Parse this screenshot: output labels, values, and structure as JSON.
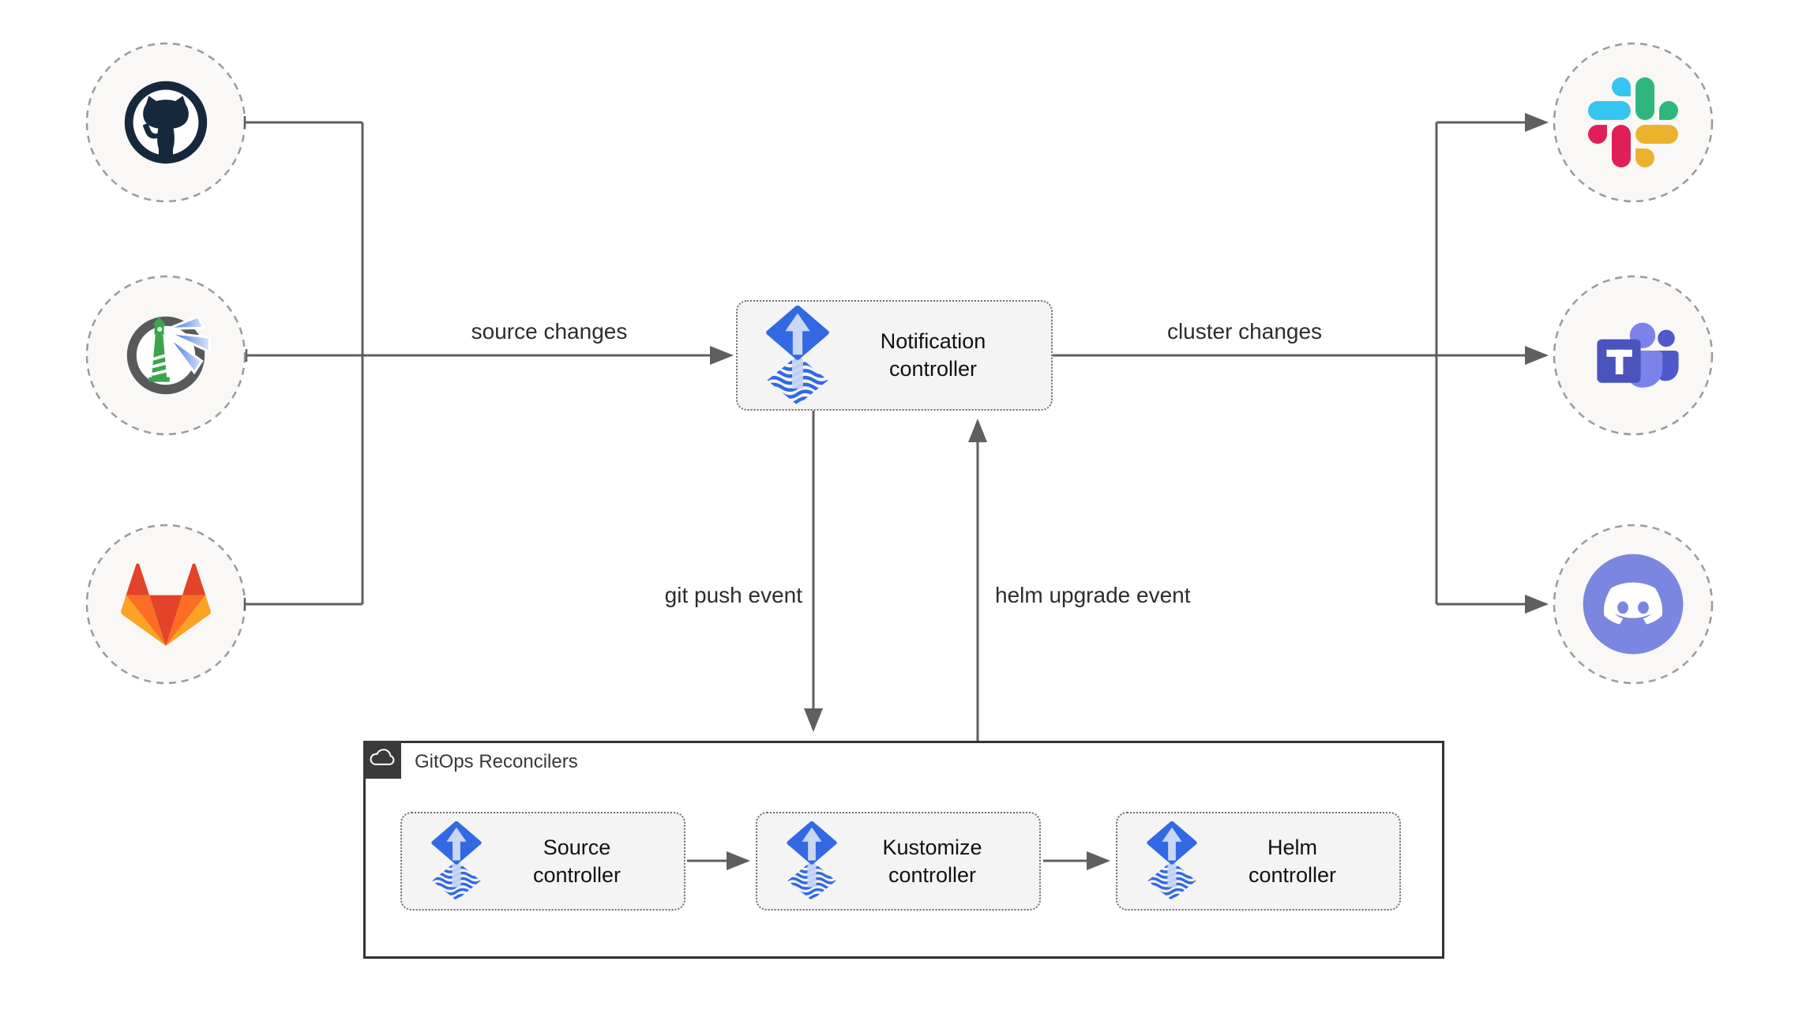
{
  "diagram": {
    "edge_labels": {
      "source_changes": "source changes",
      "cluster_changes": "cluster changes",
      "git_push_event": "git push event",
      "helm_upgrade_event": "helm upgrade event"
    },
    "nodes": {
      "notification_controller": {
        "line1": "Notification",
        "line2": "controller",
        "icon": "flux-icon"
      },
      "gitops_container": {
        "title": "GitOps Reconcilers",
        "badge_icon": "cloud-icon"
      },
      "controllers": [
        {
          "line1": "Source",
          "line2": "controller",
          "icon": "flux-icon"
        },
        {
          "line1": "Kustomize",
          "line2": "controller",
          "icon": "flux-icon"
        },
        {
          "line1": "Helm",
          "line2": "controller",
          "icon": "flux-icon"
        }
      ],
      "source_providers": [
        {
          "icon": "github-icon"
        },
        {
          "icon": "harbor-icon"
        },
        {
          "icon": "gitlab-icon"
        }
      ],
      "notification_targets": [
        {
          "icon": "slack-icon"
        },
        {
          "icon": "ms-teams-icon"
        },
        {
          "icon": "discord-icon"
        }
      ]
    },
    "colors": {
      "line": "#5f5f5f",
      "box_fill": "#f4f4f4",
      "box_border": "#6f6f6f",
      "circle_fill": "#f9f8f6",
      "circle_border": "#9b9b9b",
      "container_border": "#333333",
      "badge_bg": "#3a3a3a",
      "flux_blue": "#3269e3",
      "flux_arrow_pale": "#c9d6f4",
      "github_navy": "#16293c",
      "harbor_green": "#3ba44c",
      "harbor_gray": "#58595b",
      "gitlab_red": "#e24329",
      "gitlab_orange": "#fc6d26",
      "gitlab_yellow": "#fca326",
      "slack_blue": "#36c5f0",
      "slack_green": "#2eb67d",
      "slack_yellow": "#ecb22e",
      "slack_red": "#e01e5a",
      "teams_purple": "#4b53bc",
      "teams_light": "#7b83eb",
      "teams_mid": "#5059c9",
      "discord_blurple": "#7a86df",
      "text": "#111111",
      "label_text": "#2d2d2d"
    }
  }
}
